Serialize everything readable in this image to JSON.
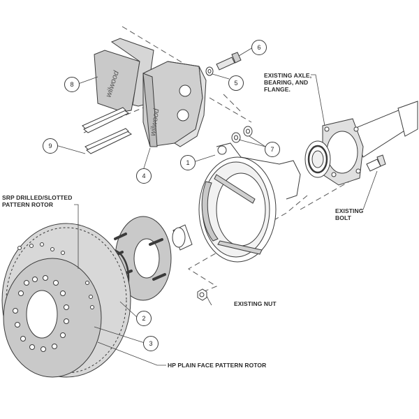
{
  "diagram": {
    "title": "Exploded view rear disc brake kit",
    "brand_mark": "wilwood",
    "colors": {
      "line": "#3a3a3a",
      "fill_gray": "#c9c9c9",
      "fill_light": "#e6e6e6",
      "background": "#ffffff"
    },
    "text_labels": {
      "existing_axle": "EXISTING AXLE,\nBEARING, AND\nFLANGE.",
      "existing_bolt": "EXISTING\nBOLT",
      "existing_nut": "EXISTING NUT",
      "srp_rotor": "SRP DRILLED/SLOTTED\nPATTERN ROTOR",
      "hp_rotor": "HP PLAIN FACE PATTERN ROTOR"
    },
    "callouts": [
      {
        "number": "1",
        "part": "parking brake / bracket"
      },
      {
        "number": "2",
        "part": "o-ring / hat"
      },
      {
        "number": "3",
        "part": "rotor"
      },
      {
        "number": "4",
        "part": "caliper"
      },
      {
        "number": "5",
        "part": "washer"
      },
      {
        "number": "6",
        "part": "bolt"
      },
      {
        "number": "7",
        "part": "shims"
      },
      {
        "number": "8",
        "part": "brake pads"
      },
      {
        "number": "9",
        "part": "pad retainers"
      }
    ]
  }
}
